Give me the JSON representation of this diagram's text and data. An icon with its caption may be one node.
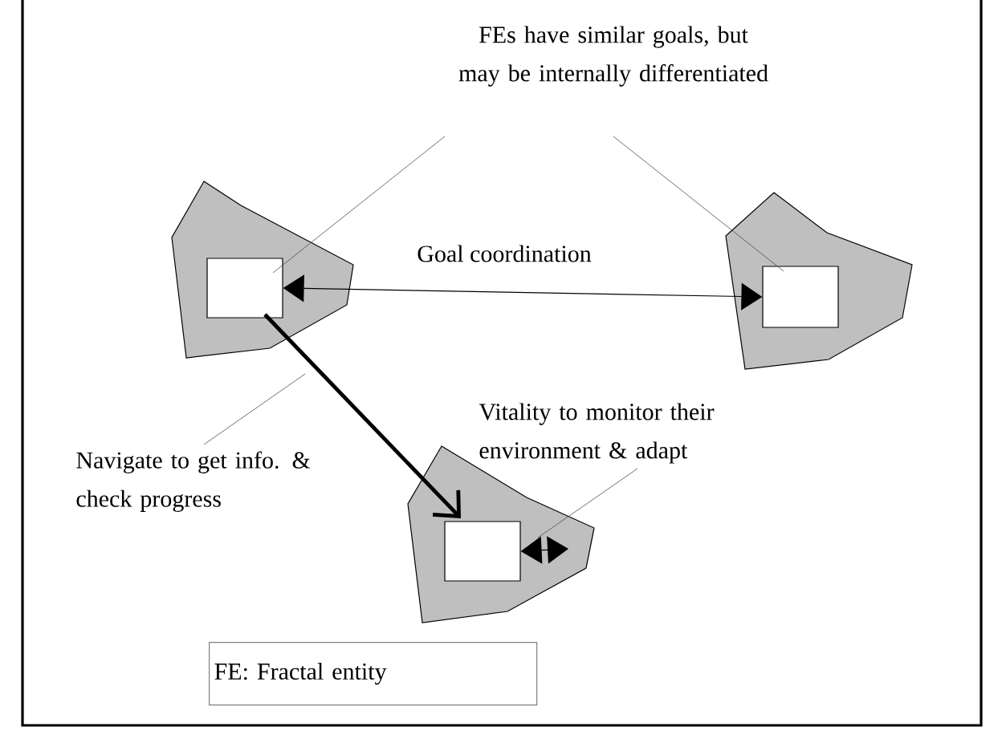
{
  "diagram": {
    "nodes": [
      {
        "text": [
          "FEs have similar goals, but may be internally differentiated"
        ]
      },
      {
        "text": [],
        "shape": "polygon"
      },
      {
        "text": [],
        "shape": "box",
        "in": 1
      },
      {
        "text": [],
        "shape": "polygon"
      },
      {
        "text": [],
        "shape": "box",
        "in": 3
      },
      {
        "text": [],
        "shape": "polygon"
      },
      {
        "text": [],
        "shape": "box",
        "in": 5
      },
      {
        "text": [
          "Navigate to get info. & check progress"
        ]
      },
      {
        "text": [
          "Vitality to monitor their environment & adapt"
        ]
      },
      {
        "text": [
          "FE: Fractal entity"
        ]
      }
    ],
    "edges": [
      {
        "from": 0,
        "to": 2,
        "arrow": "none"
      },
      {
        "from": 0,
        "to": 4,
        "arrow": "none"
      },
      {
        "from": 2,
        "to": 4,
        "arrow": "both",
        "label": "Goal coordination"
      },
      {
        "from": 2,
        "to": 6,
        "arrow": "to",
        "style": "thick"
      },
      {
        "from": 7,
        "to": null,
        "arrow": "none"
      },
      {
        "from": 6,
        "to": null,
        "arrow": "both"
      },
      {
        "from": 8,
        "to": 5,
        "arrow": "none"
      }
    ]
  }
}
